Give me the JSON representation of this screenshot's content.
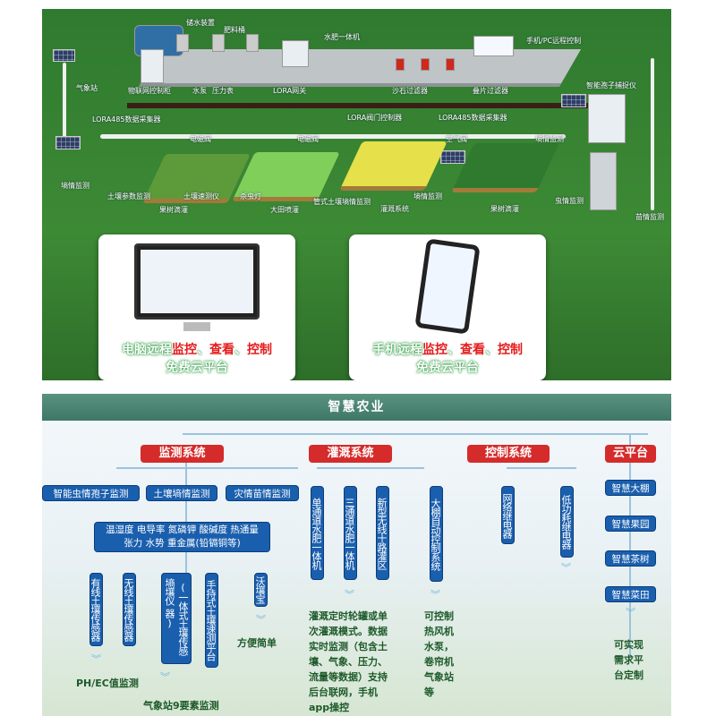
{
  "scene": {
    "labels": [
      "储水装置",
      "肥料桶",
      "水肥一体机",
      "手机/PC远程控制",
      "气象站",
      "物联网控制柜",
      "水泵",
      "压力表",
      "LORA网关",
      "沙石过滤器",
      "叠片过滤器",
      "智能孢子捕捉仪",
      "LORA485数据采集器",
      "LORA阀门控制器",
      "LORA485数据采集器",
      "电磁阀",
      "电磁阀",
      "空气阀",
      "墒情监测",
      "墒情监测",
      "土壤参数监测",
      "土壤速测仪",
      "杀虫灯",
      "管式土壤墒情监测",
      "灌溉系统",
      "墒情监测",
      "果树滴灌",
      "大田喷灌",
      "果树滴灌",
      "虫情监测",
      "苗情监测"
    ],
    "pc_card": {
      "prefix": "电脑远程",
      "w1": "监控",
      "s1": "、",
      "w2": "查看",
      "s2": "、",
      "w3": "控制",
      "sub": "免费云平台"
    },
    "phone_card": {
      "prefix": "手机远程",
      "w1": "监控",
      "s1": "、",
      "w2": "查看",
      "s2": "、",
      "w3": "控制",
      "sub": "免费云平台"
    }
  },
  "diagram": {
    "title": "智慧农业",
    "categories": [
      "监测系统",
      "灌溉系统",
      "控制系统",
      "云平台"
    ],
    "monitor": {
      "items": [
        "智能虫情孢子监测",
        "土壤墒情监测",
        "灾情苗情监测"
      ],
      "params_line1": "温湿度 电导率 氮磷钾 酸碱度 热通量",
      "params_line2": "张力 水势 重金属(铅镉铜等)",
      "devices": [
        "有线土壤传感器",
        "无线土壤传感器",
        "墒壤仪",
        "(一体式土壤传感器)",
        "手持式土壤速测平台",
        "沃壤宝"
      ],
      "notes": [
        "PH/EC值监测",
        "气象站9要素监测",
        "方便简单"
      ]
    },
    "irrigation": {
      "items": [
        "单通道水肥一体机",
        "三通道水肥一体机",
        "新型无线十路灌区",
        "大棚自动控制系统"
      ],
      "note": [
        "灌溉定时轮罐或单",
        "次灌溉模式。数据",
        "实时监测（包含土",
        "壤、气象、压力、",
        "流量等数据）支持",
        "后台联网，手机",
        "app操控"
      ],
      "control_note": [
        "可控制",
        "热风机",
        "水泵，",
        "卷帘机",
        "气象站",
        "等"
      ]
    },
    "control": {
      "items": [
        "网络继电器",
        "低功耗继电器"
      ]
    },
    "cloud": {
      "items": [
        "智慧大棚",
        "智慧果园",
        "智慧茶树",
        "智慧菜田"
      ],
      "note": [
        "可实现",
        "需求平",
        "台定制"
      ]
    }
  },
  "colors": {
    "scene_green": "#3d8a35",
    "header": "#3f7767",
    "category_red": "#d52b2b",
    "item_blue": "#1a5fae",
    "note_green": "#1e5a2a"
  }
}
